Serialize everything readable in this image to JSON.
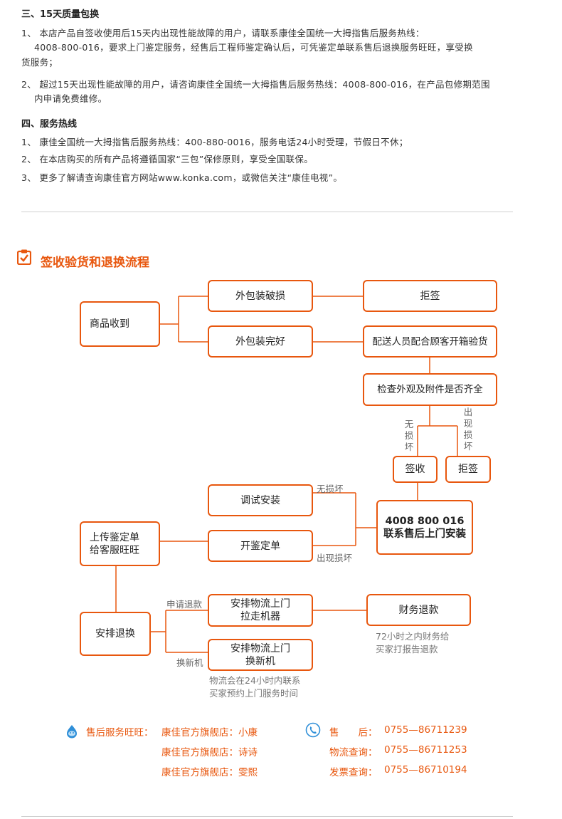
{
  "section3": {
    "title": "三、15天质量包换",
    "item1_line1": "1、 本店产品自签收使用后15天内出现性能故障的用户，请联系康佳全国统一大拇指售后服务热线：",
    "item1_line2": "4008-800-016，要求上门鉴定服务，经售后工程师鉴定确认后，可凭鉴定单联系售后退换服务旺旺，享受换",
    "item1_line3": "货服务；",
    "item2_line1": "2、 超过15天出现性能故障的用户，请咨询康佳全国统一大拇指售后服务热线：4008-800-016，在产品包修期范围",
    "item2_line2": "内申请免费维修。"
  },
  "section4": {
    "title": "四、服务热线",
    "item1": "1、 康佳全国统一大拇指售后服务热线：400-880-0016，服务电话24小时受理，节假日不休；",
    "item2": "2、 在本店购买的所有产品将遵循国家“三包”保修原则，享受全国联保。",
    "item3": "3、 更多了解请查询康佳官方网站www.konka.com，或微信关注“康佳电视”。"
  },
  "flow": {
    "title": "签收验货和退换流程",
    "boxes": {
      "received": "商品收到",
      "damaged_pkg": "外包装破损",
      "reject1": "拒签",
      "intact_pkg": "外包装完好",
      "open_check": "配送人员配合顾客开箱验货",
      "inspect": "检查外观及附件是否齐全",
      "sign": "签收",
      "reject2": "拒签",
      "debug_install": "调试安装",
      "hotline_line1": "4008 800 016",
      "hotline_line2": "联系售后上门安装",
      "upload_line1": "上传鉴定单",
      "upload_line2": "给客服旺旺",
      "issue_report": "开鉴定单",
      "arrange_return": "安排退换",
      "pickup_line1": "安排物流上门",
      "pickup_line2": "拉走机器",
      "refund": "财务退款",
      "exchange_line1": "安排物流上门",
      "exchange_line2": "换新机"
    },
    "labels": {
      "no_damage_v": "无损坏",
      "damage_v": "出现损坏",
      "no_damage": "无损坏",
      "damage": "出现损坏",
      "apply_refund": "申请退款",
      "exchange": "换新机"
    },
    "notes": {
      "refund_line1": "72小时之内财务给",
      "refund_line2": "买家打报告退款",
      "logistics_line1": "物流会在24小时内联系",
      "logistics_line2": "买家预约上门服务时间"
    }
  },
  "contacts": {
    "wangwang_label": "售后服务旺旺：",
    "store1": "康佳官方旗舰店：小康",
    "store2": "康佳官方旗舰店：诗诗",
    "store3": "康佳官方旗舰店：雯熙",
    "sales_label": "售　　后：",
    "sales_phone": "0755—86711239",
    "logistics_label": "物流查询：",
    "logistics_phone": "0755—86711253",
    "invoice_label": "发票查询：",
    "invoice_phone": "0755—86710194"
  },
  "colors": {
    "accent": "#e8570e",
    "wangwang_icon": "#2f8fd8",
    "phone_icon": "#2f8fd8"
  }
}
